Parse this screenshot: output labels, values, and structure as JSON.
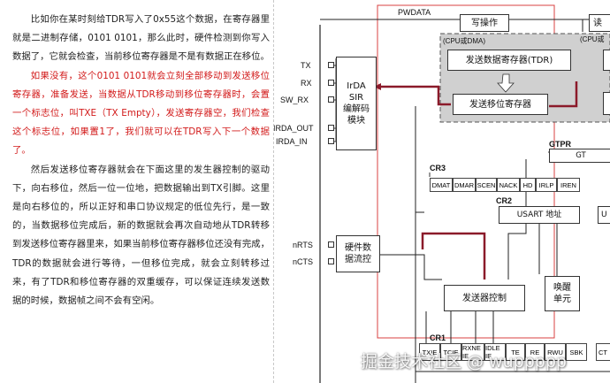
{
  "article": {
    "paragraphs": [
      {
        "text": "比如你在某时刻给TDR写入了0x55这个数据，在寄存器里就是二进制存储，0101 0101，那么此时，硬件检测到你写入数据了，它就会检查，当前移位寄存器是不是有数据正在移位。",
        "color": "#222222"
      },
      {
        "text": "如果没有，这个0101 0101就会立刻全部移动到发送移位寄存器，准备发送，当数据从TDR移动到移位寄存器时，会置一个标志位，叫TXE（TX Empty），发送寄存器空，我们检查这个标志位，如果置1了，我们就可以在TDR写入下一个数据了。",
        "color": "#d21a1a"
      },
      {
        "text": "然后发送移位寄存器就会在下面这里的发生器控制的驱动下，向右移位，然后一位一位地，把数据输出到TX引脚。这里是向右移位的，所以正好和串口协议规定的低位先行，是一致的，当数据移位完成后，新的数据就会再次自动地从TDR转移到发送移位寄存器里来，如果当前移位寄存器移位还没有完成，TDR的数据就会进行等待，一但移位完成，就会立刻转移过来，有了TDR和移位寄存器的双重缓存，可以保证连续发送数据的时候，数据帧之间不会有空闲。",
        "color": "#222222"
      }
    ]
  },
  "diagram": {
    "pwdata": "PWDATA",
    "write_op": "写操作",
    "read_op": "读",
    "cpu_dma": "(CPU或DMA)",
    "cpu_dma_right": "(CPU或",
    "tdr": "发送数据寄存器(TDR)",
    "tx_shift": "发送移位寄存器",
    "irda": "IrDA\nSIR\n编解码\n模块",
    "pins": [
      "TX",
      "RX",
      "SW_RX",
      "IRDA_OUT",
      "IRDA_IN",
      "nRTS",
      "nCTS"
    ],
    "gtpr": "GTPR",
    "gt": "GT",
    "cr3": "CR3",
    "cr3_bits": [
      "DMAT",
      "DMAR",
      "SCEN",
      "NACK",
      "HD",
      "IRLP",
      "IREN"
    ],
    "cr2": "CR2",
    "usart_addr": "USART 地址",
    "flow_ctrl": "硬件数\n据流控",
    "tx_ctrl": "发送器控制",
    "wake_unit": "唤醒\n单元",
    "cr1": "CR1",
    "cr1_bits": [
      "TXIE",
      "TCIE",
      "RXNE IE",
      "IDLE IE",
      "TE",
      "RE",
      "RWU",
      "SBK"
    ],
    "right_clip": "CT",
    "right_u": "U",
    "watermark": "掘金技术社区 @ wuppppp"
  }
}
